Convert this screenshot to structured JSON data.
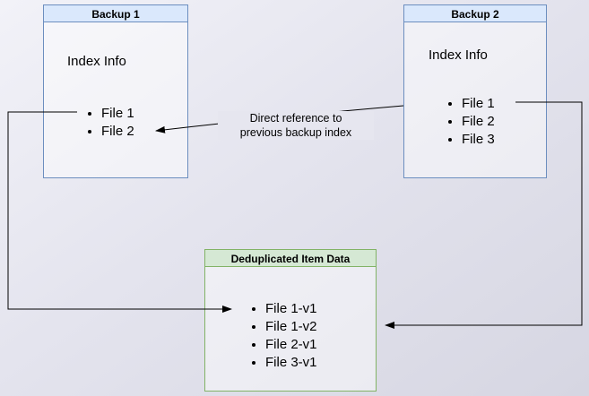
{
  "diagram": {
    "backup1": {
      "title": "Backup 1",
      "index_label": "Index Info",
      "files": [
        "File 1",
        "File 2"
      ]
    },
    "backup2": {
      "title": "Backup 2",
      "index_label": "Index Info",
      "files": [
        "File 1",
        "File 2",
        "File 3"
      ]
    },
    "dedup": {
      "title": "Deduplicated Item Data",
      "files": [
        "File 1-v1",
        "File 1-v2",
        "File 2-v1",
        "File 3-v1"
      ]
    },
    "edge_label": {
      "line1": "Direct reference to",
      "line2": "previous backup index"
    },
    "colors": {
      "blue_fill": "#dae8fc",
      "blue_border": "#6c8ebf",
      "green_fill": "#d5e8d4",
      "green_border": "#82b366",
      "edge": "#000000"
    }
  }
}
